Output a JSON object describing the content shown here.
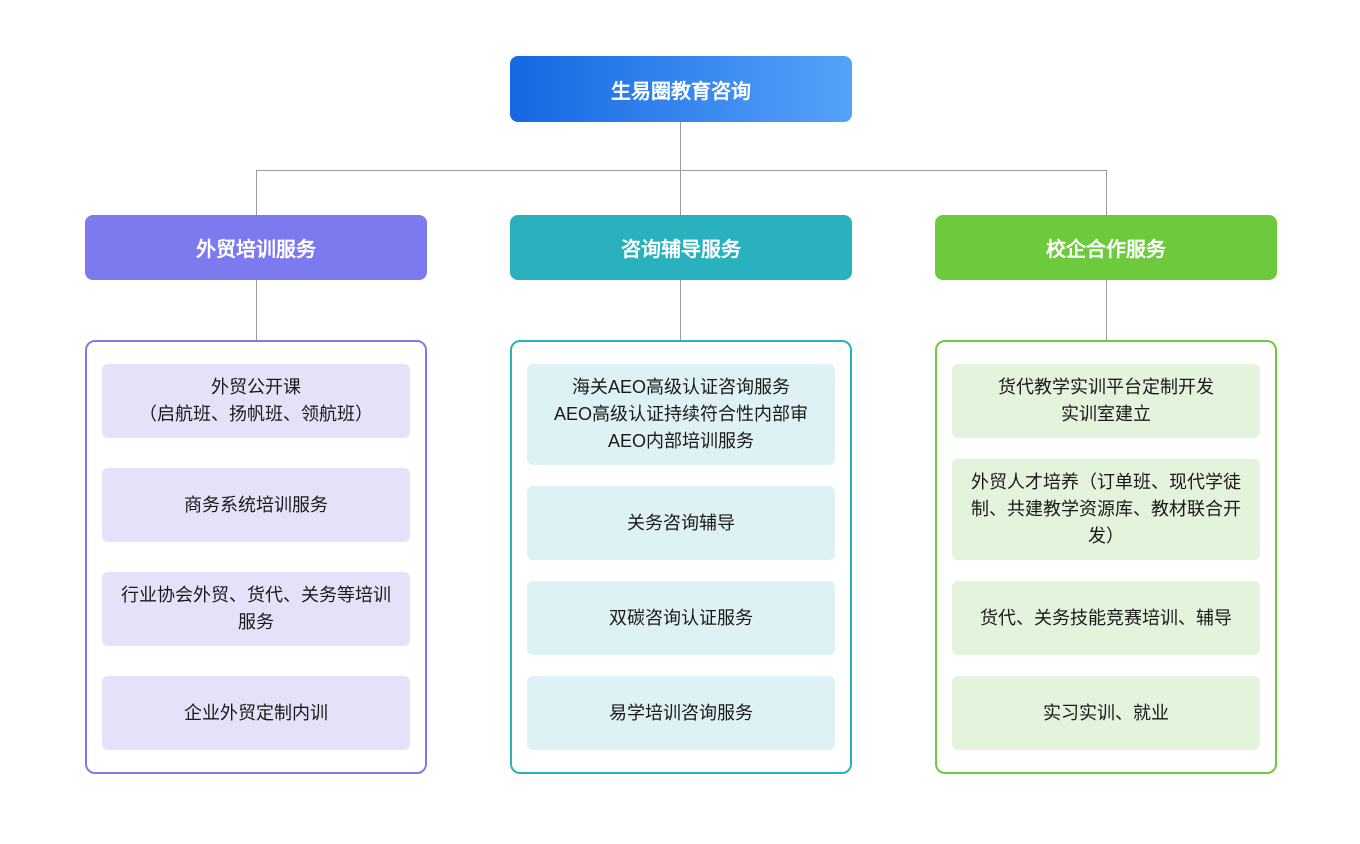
{
  "root": {
    "label": "生易圈教育咨询"
  },
  "branches": [
    {
      "title": "外贸培训服务",
      "items": [
        "外贸公开课\n（启航班、扬帆班、领航班）",
        "商务系统培训服务",
        "行业协会外贸、货代、关务等培训服务",
        "企业外贸定制内训"
      ]
    },
    {
      "title": "咨询辅导服务",
      "items": [
        "海关AEO高级认证咨询服务\nAEO高级认证持续符合性内部审\nAEO内部培训服务",
        "关务咨询辅导",
        "双碳咨询认证服务",
        "易学培训咨询服务"
      ]
    },
    {
      "title": "校企合作服务",
      "items": [
        "货代教学实训平台定制开发\n实训室建立",
        "外贸人才培养（订单班、现代学徒制、共建教学资源库、教材联合开发）",
        "货代、关务技能竞赛培训、辅导",
        "实习实训、就业"
      ]
    }
  ],
  "colors": {
    "root_grad_1": "#1668E3",
    "root_grad_2": "#55A2F9",
    "branch1": "#7C7AEE",
    "branch1_light": "#E4E2F8",
    "branch2": "#29B2BD",
    "branch2_light": "#DEF1F4",
    "branch3": "#6DCA3C",
    "branch3_light": "#E3F3DC",
    "line": "#9B9B9B",
    "text_dark": "#1A1A1A"
  }
}
